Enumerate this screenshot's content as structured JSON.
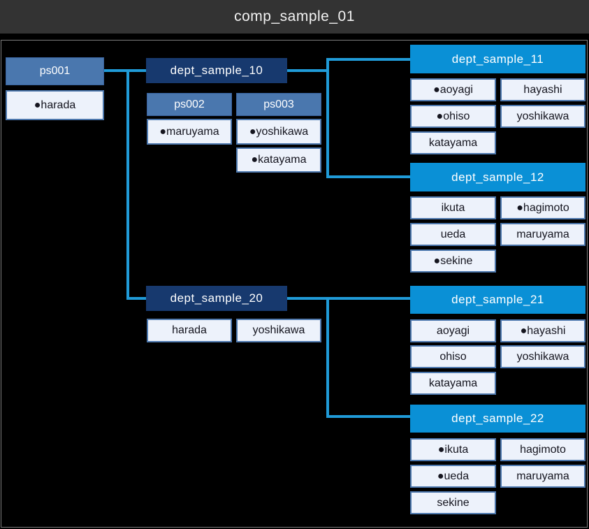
{
  "title_bar": {
    "title": "comp_sample_01"
  },
  "colors": {
    "title_bar_bg": "#333333",
    "title_text": "#f2f2f2",
    "canvas_bg": "#000000",
    "frame_border": "#7d7d7d",
    "position_header_bg": "#4a77ae",
    "position_header_border": "#39639f",
    "dept_l2_bg": "#17396e",
    "dept_l3_bg": "#0a90d6",
    "header_text": "#ffffff",
    "member_bg": "#edf2fb",
    "member_border": "#4c77ad",
    "member_text": "#15151f",
    "connector": "#209bd8"
  },
  "nodes": {
    "ps001": {
      "label": "ps001",
      "members": [
        "●harada"
      ]
    },
    "dept10": {
      "label": "dept_sample_10",
      "positions": [
        {
          "label": "ps002",
          "members": [
            "●maruyama"
          ]
        },
        {
          "label": "ps003",
          "members": [
            "●yoshikawa",
            "●katayama"
          ]
        }
      ]
    },
    "dept11": {
      "label": "dept_sample_11",
      "col1": [
        "●aoyagi",
        "●ohiso",
        "katayama"
      ],
      "col2": [
        "hayashi",
        "yoshikawa"
      ]
    },
    "dept12": {
      "label": "dept_sample_12",
      "col1": [
        "ikuta",
        "ueda",
        "●sekine"
      ],
      "col2": [
        "●hagimoto",
        "maruyama"
      ]
    },
    "dept20": {
      "label": "dept_sample_20",
      "col1": [
        "harada"
      ],
      "col2": [
        "yoshikawa"
      ]
    },
    "dept21": {
      "label": "dept_sample_21",
      "col1": [
        "aoyagi",
        "ohiso",
        "katayama"
      ],
      "col2": [
        "●hayashi",
        "yoshikawa"
      ]
    },
    "dept22": {
      "label": "dept_sample_22",
      "col1": [
        "●ikuta",
        "●ueda",
        "sekine"
      ],
      "col2": [
        "hagimoto",
        "maruyama"
      ]
    }
  }
}
